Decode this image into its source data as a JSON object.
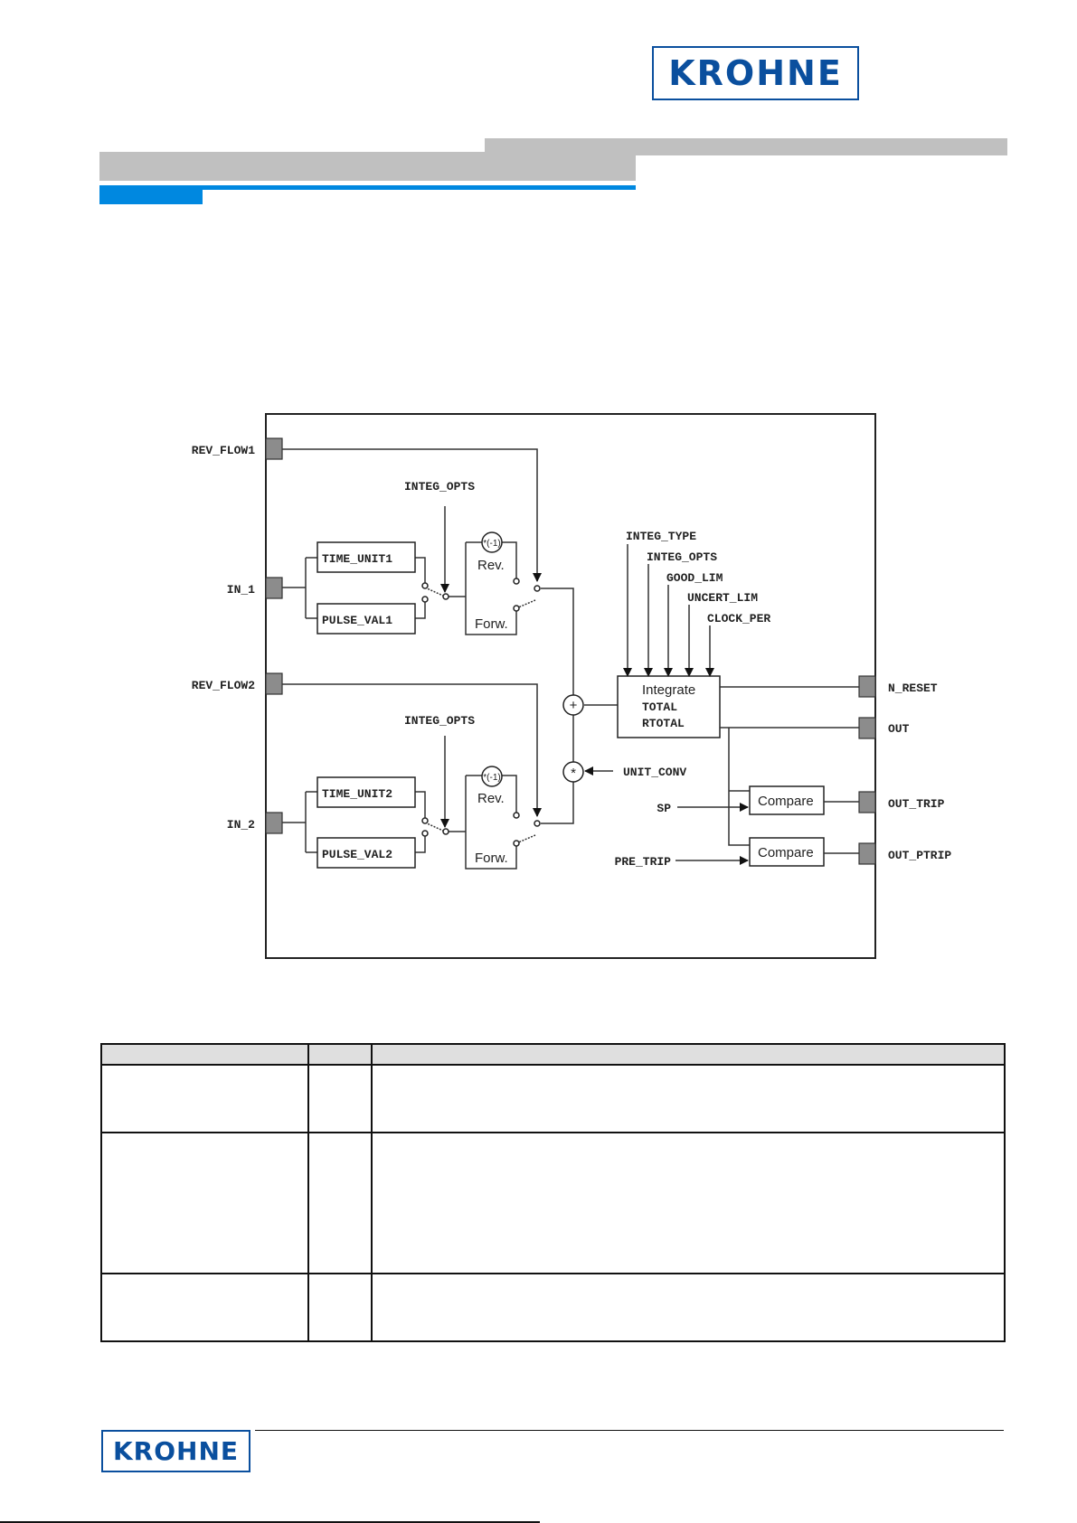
{
  "header": {
    "logo_text": "KROHNE",
    "brand_color": "#0a4f9e",
    "accent_grey": "#c0c0c0",
    "accent_blue": "#0088e0"
  },
  "diagram": {
    "inputs": {
      "rev_flow1": "REV_FLOW1",
      "in_1": "IN_1",
      "rev_flow2": "REV_FLOW2",
      "in_2": "IN_2"
    },
    "path1": {
      "time_unit": "TIME_UNIT1",
      "pulse_val": "PULSE_VAL1",
      "integ_opts": "INTEG_OPTS",
      "negate": "*(-1)",
      "rev": "Rev.",
      "forw": "Forw."
    },
    "path2": {
      "time_unit": "TIME_UNIT2",
      "pulse_val": "PULSE_VAL2",
      "integ_opts": "INTEG_OPTS",
      "negate": "*(-1)",
      "rev": "Rev.",
      "forw": "Forw."
    },
    "sum_symbol": "+",
    "mult_symbol": "*",
    "unit_conv": "UNIT_CONV",
    "integrator": {
      "params": [
        "INTEG_TYPE",
        "INTEG_OPTS",
        "GOOD_LIM",
        "UNCERT_LIM",
        "CLOCK_PER"
      ],
      "title": "Integrate",
      "line2": "TOTAL",
      "line3": "RTOTAL"
    },
    "compare_label": "Compare",
    "sp": "SP",
    "pre_trip": "PRE_TRIP",
    "outputs": {
      "n_reset": "N_RESET",
      "out": "OUT",
      "out_trip": "OUT_TRIP",
      "out_ptrip": "OUT_PTRIP"
    }
  },
  "table": {
    "headers": [
      "",
      "",
      ""
    ],
    "rows": [
      [
        "",
        "",
        ""
      ],
      [
        "",
        "",
        ""
      ],
      [
        "",
        "",
        ""
      ]
    ]
  },
  "footer": {
    "logo_text": "KROHNE"
  }
}
